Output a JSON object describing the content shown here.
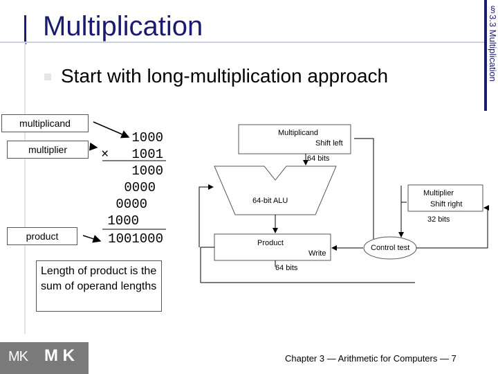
{
  "slide": {
    "title": "Multiplication",
    "bullet": "Start with long-multiplication approach",
    "section_label": "§3.3 Multiplication",
    "footer": "Chapter 3 — Arithmetic for Computers — 7"
  },
  "labels": {
    "multiplicand": "multiplicand",
    "multiplier": "multiplier",
    "product": "product"
  },
  "long_multiplication": {
    "times_sign": "×",
    "rows": [
      "1000",
      "1001",
      "1000",
      "0000",
      "0000",
      "1000",
      "1001000"
    ]
  },
  "note": "Length of product is the sum of operand lengths",
  "diagram": {
    "multiplicand": "Multiplicand",
    "shift_left": "Shift left",
    "bits64_top": "64 bits",
    "alu": "64-bit ALU",
    "multiplier": "Multiplier",
    "shift_right": "Shift right",
    "bits32": "32 bits",
    "product": "Product",
    "write": "Write",
    "control": "Control test",
    "bits64_bottom": "64 bits"
  },
  "logo": {
    "left_glyph": "MK",
    "right_glyph": "M K"
  }
}
